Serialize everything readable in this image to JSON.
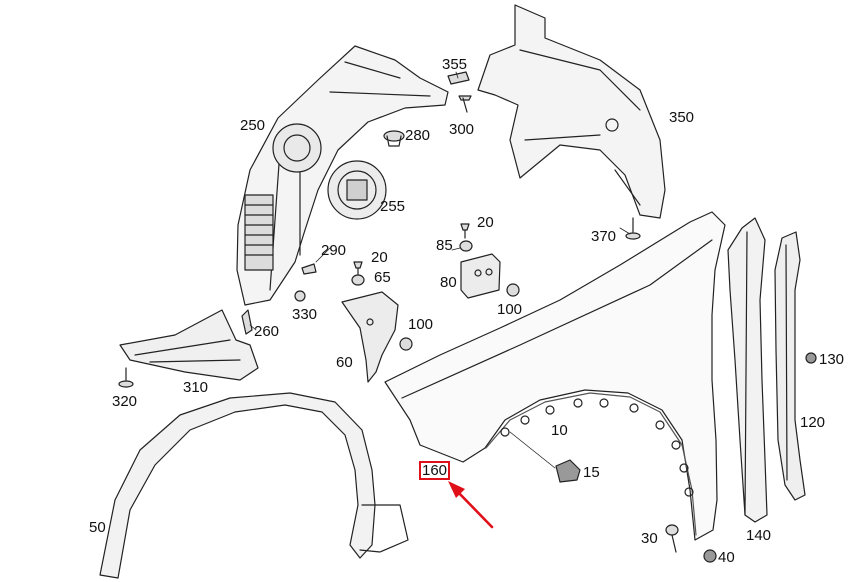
{
  "diagram": {
    "highlight_color": "#e0101a",
    "parts": [
      {
        "id": "p355",
        "label": "355"
      },
      {
        "id": "p300",
        "label": "300"
      },
      {
        "id": "p280",
        "label": "280"
      },
      {
        "id": "p250",
        "label": "250"
      },
      {
        "id": "p350",
        "label": "350"
      },
      {
        "id": "p255",
        "label": "255"
      },
      {
        "id": "p20a",
        "label": "20"
      },
      {
        "id": "p85",
        "label": "85"
      },
      {
        "id": "p370",
        "label": "370"
      },
      {
        "id": "p290",
        "label": "290"
      },
      {
        "id": "p20b",
        "label": "20"
      },
      {
        "id": "p65",
        "label": "65"
      },
      {
        "id": "p80",
        "label": "80"
      },
      {
        "id": "p330",
        "label": "330"
      },
      {
        "id": "p100a",
        "label": "100"
      },
      {
        "id": "p100b",
        "label": "100"
      },
      {
        "id": "p260",
        "label": "260"
      },
      {
        "id": "p130",
        "label": "130"
      },
      {
        "id": "p60",
        "label": "60"
      },
      {
        "id": "p310",
        "label": "310"
      },
      {
        "id": "p320",
        "label": "320"
      },
      {
        "id": "p120",
        "label": "120"
      },
      {
        "id": "p10",
        "label": "10"
      },
      {
        "id": "p160",
        "label": "160"
      },
      {
        "id": "p15",
        "label": "15"
      },
      {
        "id": "p50",
        "label": "50"
      },
      {
        "id": "p140",
        "label": "140"
      },
      {
        "id": "p30",
        "label": "30"
      },
      {
        "id": "p40",
        "label": "40"
      }
    ]
  }
}
